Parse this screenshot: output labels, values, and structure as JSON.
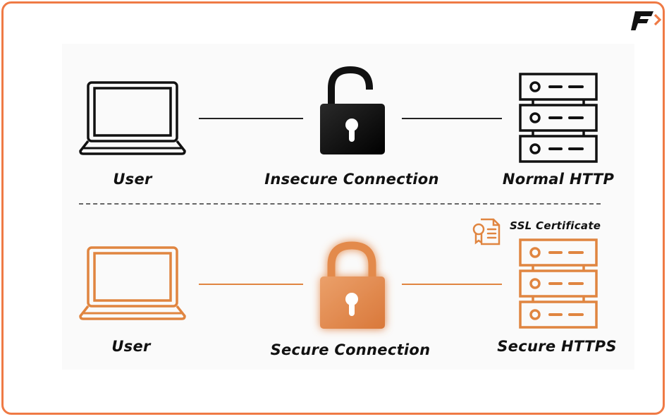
{
  "colors": {
    "accent": "#e08540",
    "frame": "#ef7a45",
    "insecure": "#111111",
    "connector_top": "#222222",
    "connector_bottom": "#e08540"
  },
  "brand": {
    "logo_letter": "F"
  },
  "insecure_row": {
    "user_label": "User",
    "connection_label": "Insecure Connection",
    "server_label": "Normal HTTP",
    "icons": [
      "laptop-icon",
      "unlocked-padlock-icon",
      "server-rack-icon"
    ]
  },
  "secure_row": {
    "user_label": "User",
    "connection_label": "Secure Connection",
    "server_label": "Secure HTTPS",
    "certificate_label": "SSL Certificate",
    "icons": [
      "laptop-icon",
      "locked-padlock-icon",
      "server-rack-icon",
      "certificate-icon"
    ]
  }
}
